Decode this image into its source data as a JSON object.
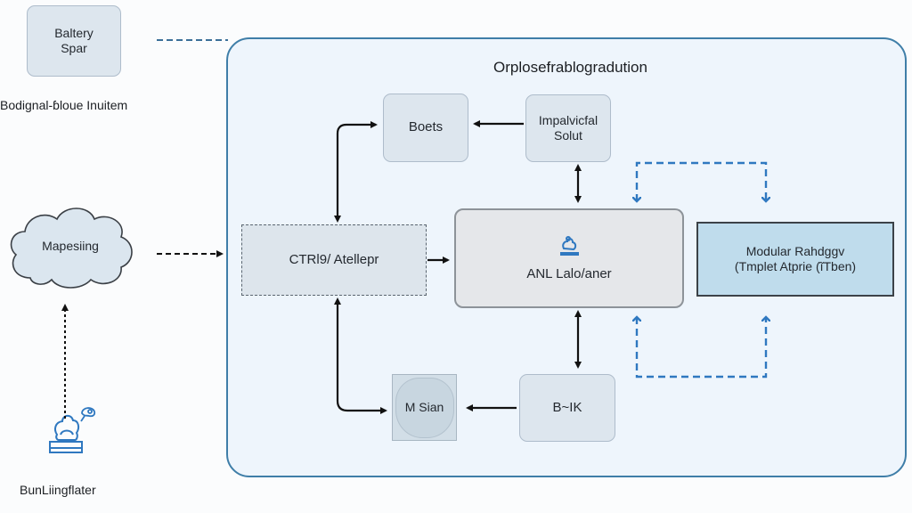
{
  "diagram": {
    "container_title": "Orplosefrablogradution",
    "external": {
      "battery_node": {
        "line1": "Baltery",
        "line2": "Spar"
      },
      "battery_caption": "Bodignal-ɓloue Inuitem",
      "cloud_node": {
        "label": "Mapesiing"
      },
      "person_caption": "BunLiingflater",
      "person_icon": "user-station-icon",
      "gear_icon": "headset-icon"
    },
    "nodes": {
      "boets": {
        "label": "Boets"
      },
      "impal": {
        "line1": "Impalvicfal",
        "line2": "Solut"
      },
      "ctr": {
        "label": "CTRl9/ Atellepr"
      },
      "anl": {
        "label": "ANL Lalo/aner",
        "icon": "server-stand-icon"
      },
      "modular": {
        "line1": "Modular Rahdggv",
        "line2": "(Tmplet Atprie (ĩTben)"
      },
      "msian": {
        "label": "M Sian"
      },
      "bk": {
        "label": "B~IK"
      }
    },
    "colors": {
      "accent_blue": "#2f78c0",
      "container_border": "#3f7ea8",
      "container_fill": "#eef5fc",
      "modular_fill": "#bfdcec",
      "arrow": "#111111"
    }
  }
}
